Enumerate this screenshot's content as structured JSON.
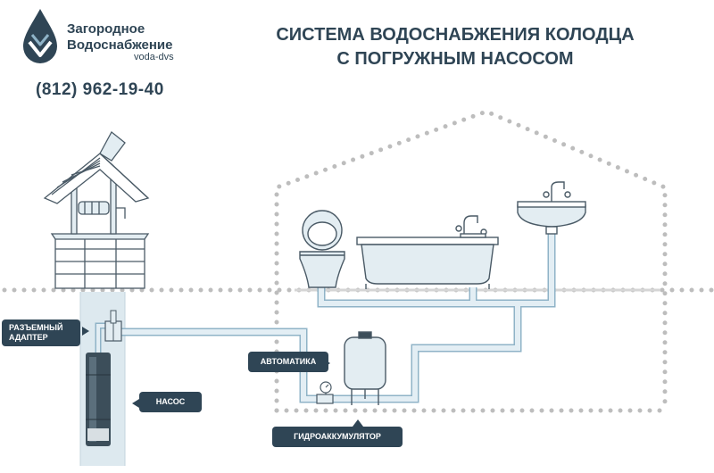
{
  "brand": {
    "name": "Загородное\nВодоснабжение",
    "subtitle": "voda-dvs",
    "phone": "(812) 962-19-40",
    "logo_icon": "water-drop-icon"
  },
  "title": {
    "line1": "СИСТЕМА ВОДОСНАБЖЕНИЯ КОЛОДЦА",
    "line2": "С ПОГРУЖНЫМ НАСОСОМ"
  },
  "labels": {
    "adapter": "РАЗЪЕМНЫЙ\nАДАПТЕР",
    "pump": "НАСОС",
    "automation": "АВТОМАТИКА",
    "accumulator": "ГИДРОАККУМУЛЯТОР"
  },
  "colors": {
    "primary": "#2f4555",
    "pipe": "#c9dfe9",
    "pipe_outline": "#8fb3c7",
    "water": "#dde9ef",
    "dots": "#bdbdbd",
    "fixture_stroke": "#4a5a66",
    "fixture_fill": "#e3edf2"
  },
  "icons": [
    "water-drop-icon",
    "well-icon",
    "pump-icon",
    "toilet-icon",
    "bathtub-icon",
    "sink-icon",
    "faucet-icon",
    "pressure-gauge-icon",
    "accumulator-tank-icon",
    "house-outline-icon"
  ]
}
